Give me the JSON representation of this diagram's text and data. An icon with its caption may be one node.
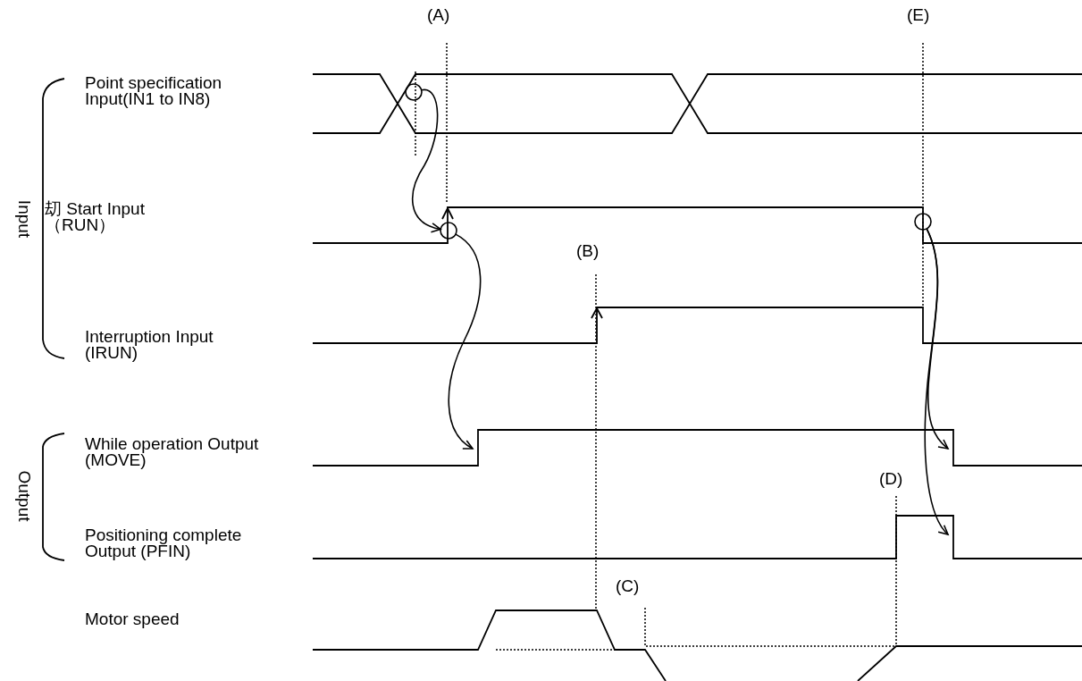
{
  "diagram": {
    "nodes": [
      {
        "text": [],
        "shape": "circle"
      },
      {
        "text": [],
        "shape": "circle"
      },
      {
        "text": [],
        "shape": "circle"
      }
    ],
    "edges": [
      {
        "from": 0,
        "to": 1,
        "arrow": "to"
      },
      {
        "from": 1,
        "to": null,
        "arrow": "to"
      },
      {
        "from": 2,
        "to": null,
        "arrow": "to"
      },
      {
        "from": 2,
        "to": null,
        "arrow": "to"
      }
    ],
    "labels": [
      "(A)",
      "(E)",
      "Point specification Input(IN1 to IN8)",
      "Input",
      "刧 Start Input （RUN）",
      "(B)",
      "Interruption Input (IRUN)",
      "While operation Output (MOVE)",
      "Output",
      "(D)",
      "Positioning complete Output (PFIN)",
      "(C)",
      "Motor speed"
    ]
  }
}
